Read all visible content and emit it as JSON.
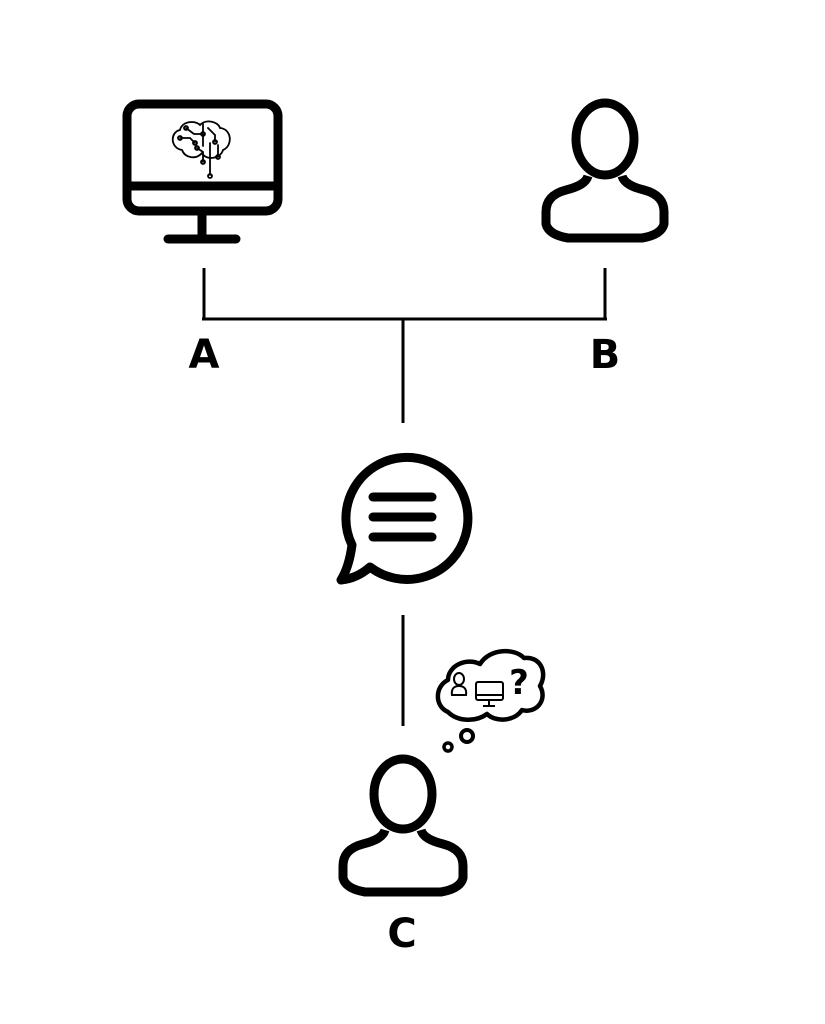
{
  "labels": {
    "a": "A",
    "b": "B",
    "c": "C"
  },
  "thought": {
    "question_mark": "?"
  },
  "icons": {
    "a": "computer-monitor-icon",
    "a_screen": "brain-circuit-icon",
    "b": "person-icon",
    "message": "speech-bubble-icon",
    "c": "person-icon",
    "thought": "thought-bubble-icon"
  },
  "colors": {
    "stroke": "#000000",
    "background": "#ffffff"
  }
}
